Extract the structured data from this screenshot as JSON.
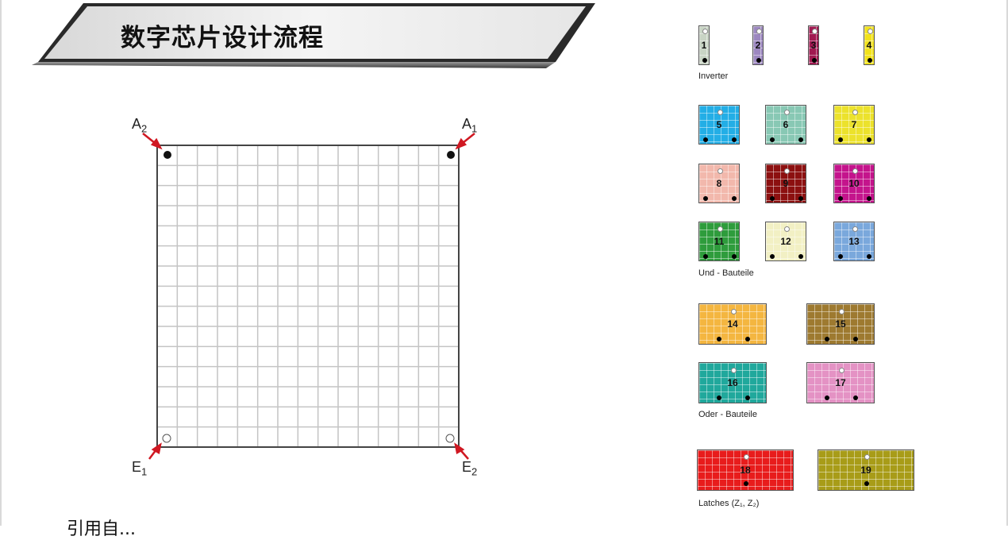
{
  "title": "数字芯片设计流程",
  "grid_labels": {
    "a2": {
      "main": "A",
      "sub": "2"
    },
    "a1": {
      "main": "A",
      "sub": "1"
    },
    "e1": {
      "main": "E",
      "sub": "1"
    },
    "e2": {
      "main": "E",
      "sub": "2"
    }
  },
  "legend": {
    "inverter_caption": "Inverter",
    "und_caption": "Und - Bauteile",
    "oder_caption": "Oder - Bauteile",
    "latches_caption": "Latches (Z₁, Z₂)",
    "blocks": [
      {
        "id": "1",
        "color": "#c8d4c4"
      },
      {
        "id": "2",
        "color": "#9c87c0"
      },
      {
        "id": "3",
        "color": "#a01850"
      },
      {
        "id": "4",
        "color": "#f2e21a"
      },
      {
        "id": "5",
        "color": "#23aee6"
      },
      {
        "id": "6",
        "color": "#88c8b4"
      },
      {
        "id": "7",
        "color": "#ece22c"
      },
      {
        "id": "8",
        "color": "#f2b8ac"
      },
      {
        "id": "9",
        "color": "#8c1010"
      },
      {
        "id": "10",
        "color": "#c4148c"
      },
      {
        "id": "11",
        "color": "#2e9c3c"
      },
      {
        "id": "12",
        "color": "#f2f0c4"
      },
      {
        "id": "13",
        "color": "#7aa8dc"
      },
      {
        "id": "14",
        "color": "#f4b640"
      },
      {
        "id": "15",
        "color": "#9e7a30"
      },
      {
        "id": "16",
        "color": "#20a89c"
      },
      {
        "id": "17",
        "color": "#e492c4"
      },
      {
        "id": "18",
        "color": "#e81c1c"
      },
      {
        "id": "19",
        "color": "#a89c18"
      }
    ]
  },
  "footer": "引用自..."
}
